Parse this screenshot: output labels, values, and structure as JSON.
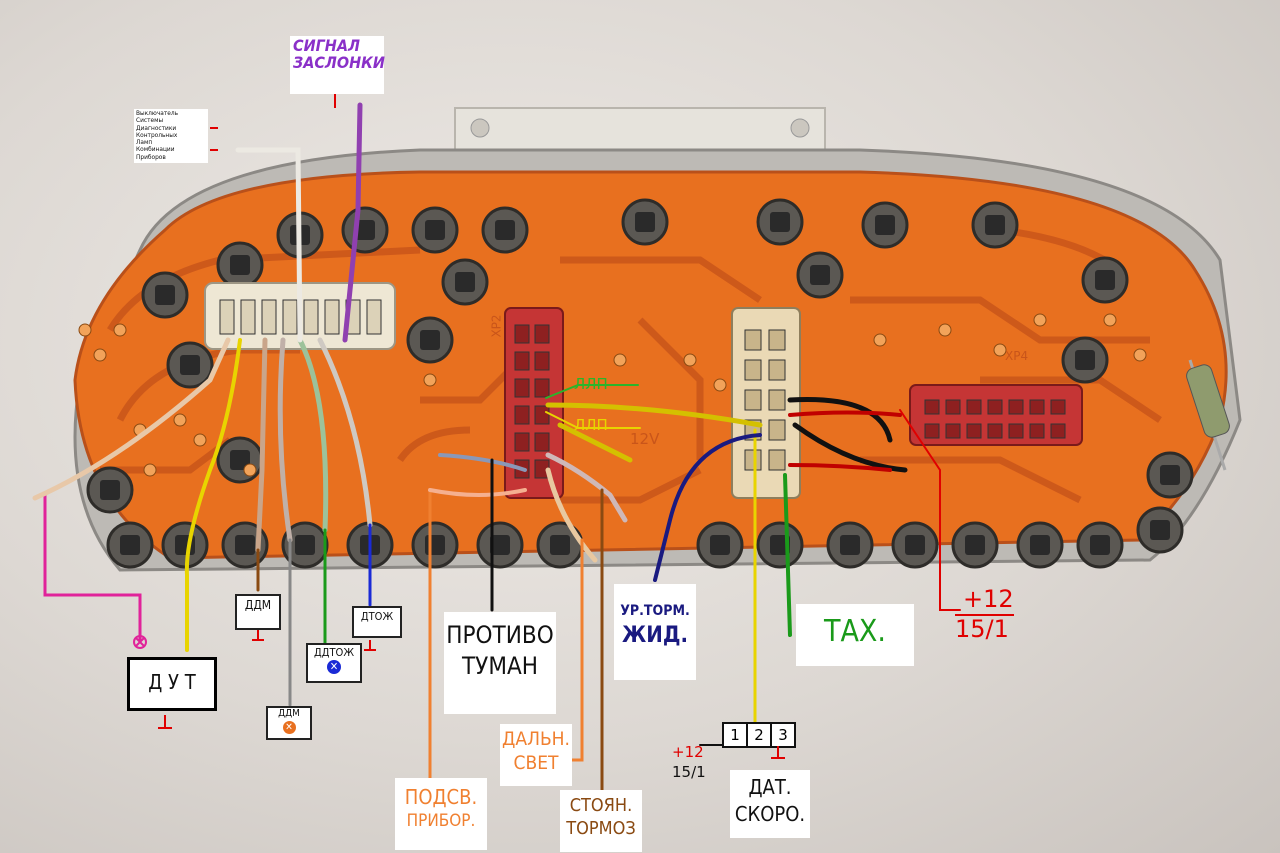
{
  "labels": {
    "signal_zaslonki": [
      "СИГНАЛ",
      "ЗАСЛОНКИ"
    ],
    "diag_switch": [
      "Выключатель",
      "Системы",
      "Диагностики",
      "Контрольных",
      "Ламп",
      "Комбинации",
      "Приборов"
    ],
    "llp_1": "ЛЛП",
    "llp_2": "ЛЛП",
    "voltage": "12V",
    "xp2": "XP2",
    "xp4": "XP4",
    "dut": "Д У Т",
    "ddm": "ДДМ",
    "dtozh": "ДТОЖ",
    "ddtozh": "ДДТОЖ",
    "ddm2": "ДДМ",
    "protivo": [
      "ПРОТИВО",
      "ТУМАН"
    ],
    "ur_torm": [
      "УР.ТОРМ.",
      "ЖИД."
    ],
    "tax": "ТАХ.",
    "plus12_main": [
      "+12",
      "15/1"
    ],
    "daln_svet": [
      "ДАЛЬН.",
      "СВЕТ"
    ],
    "podsv": [
      "ПОДСВ.",
      "ПРИБОР."
    ],
    "stoyan": [
      "СТОЯН.",
      "ТОРМОЗ"
    ],
    "connector_pins": [
      "1",
      "2",
      "3"
    ],
    "plus12_small": [
      "+12",
      "15/1"
    ],
    "dat_skoro": [
      "ДАТ.",
      "СКОРО."
    ]
  },
  "colors": {
    "board": "#e8701f",
    "board_dark": "#c9551a",
    "wire_pink": "#e0239a",
    "wire_yellow": "#e8d400",
    "wire_brown": "#8a4a12",
    "wire_green": "#1a9a1a",
    "wire_blue": "#1a2ad6",
    "wire_orange": "#f08030",
    "wire_violet": "#9040b0",
    "wire_navy": "#1a1a80",
    "wire_red": "#e00000",
    "wire_black": "#111111",
    "wire_grey": "#888888"
  }
}
